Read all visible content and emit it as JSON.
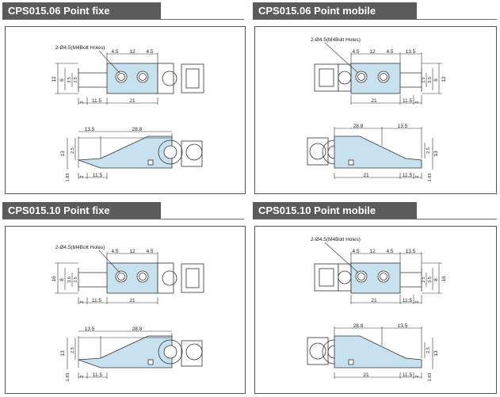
{
  "panels": [
    {
      "title": "CPS015.06  Point fixe",
      "variant": "fixed",
      "labels": {
        "holes": "2-Ø4.5(M4Bolt Holes)",
        "d1": "4.5",
        "d2": "12",
        "d3": "4.5",
        "bottom1": "2",
        "bottom2": "11.5",
        "bottom3": "21",
        "left1": "12",
        "left2": "6",
        "left3": "3.5",
        "left4": "2.5",
        "side_a": "13.5",
        "side_b": "28.8",
        "side_h": "13",
        "side_r": "2.5",
        "side_low": "1.83",
        "side_b1": "2",
        "side_b2": "11.5"
      }
    },
    {
      "title": "CPS015.06  Point mobile",
      "variant": "mobile",
      "labels": {
        "holes": "2-Ø4.5(M4Bolt Holes)",
        "d1": "4.5",
        "d2": "12",
        "d3": "4.5",
        "d4": "13.5",
        "bottom1": "21",
        "bottom2": "11.5",
        "bottom3": "2",
        "right1": "3.5",
        "right2": "6",
        "right3": "12",
        "right4": "2.5",
        "side_a": "28.8",
        "side_b": "13.5",
        "side_h": "13",
        "side_r": "2.5",
        "side_low": "1.83",
        "side_b1": "21",
        "side_b2": "11.5",
        "side_b3": "2"
      }
    },
    {
      "title": "CPS015.10  Point fixe",
      "variant": "fixed",
      "labels": {
        "holes": "2-Ø4.5(M4Bolt Holes)",
        "d1": "4.5",
        "d2": "12",
        "d3": "4.5",
        "bottom1": "2",
        "bottom2": "11.5",
        "bottom3": "21",
        "left1": "16",
        "left2": "8",
        "left3": "3.6",
        "left4": "2.5",
        "side_a": "13.5",
        "side_b": "28.8",
        "side_h": "13",
        "side_r": "2.5",
        "side_low": "1.83",
        "side_b1": "2",
        "side_b2": "11.5"
      }
    },
    {
      "title": "CPS015.10  Point mobile",
      "variant": "mobile",
      "labels": {
        "holes": "2-Ø4.5(M4Bolt Holes)",
        "d1": "4.5",
        "d2": "12",
        "d3": "4.5",
        "d4": "13.5",
        "bottom1": "21",
        "bottom2": "11.5",
        "bottom3": "2",
        "right1": "3.5",
        "right2": "8",
        "right3": "16",
        "right4": "2.5",
        "side_a": "28.8",
        "side_b": "13.5",
        "side_h": "13",
        "side_r": "2.5",
        "side_low": "1.83",
        "side_b1": "21",
        "side_b2": "11.5",
        "side_b3": "2"
      }
    }
  ]
}
